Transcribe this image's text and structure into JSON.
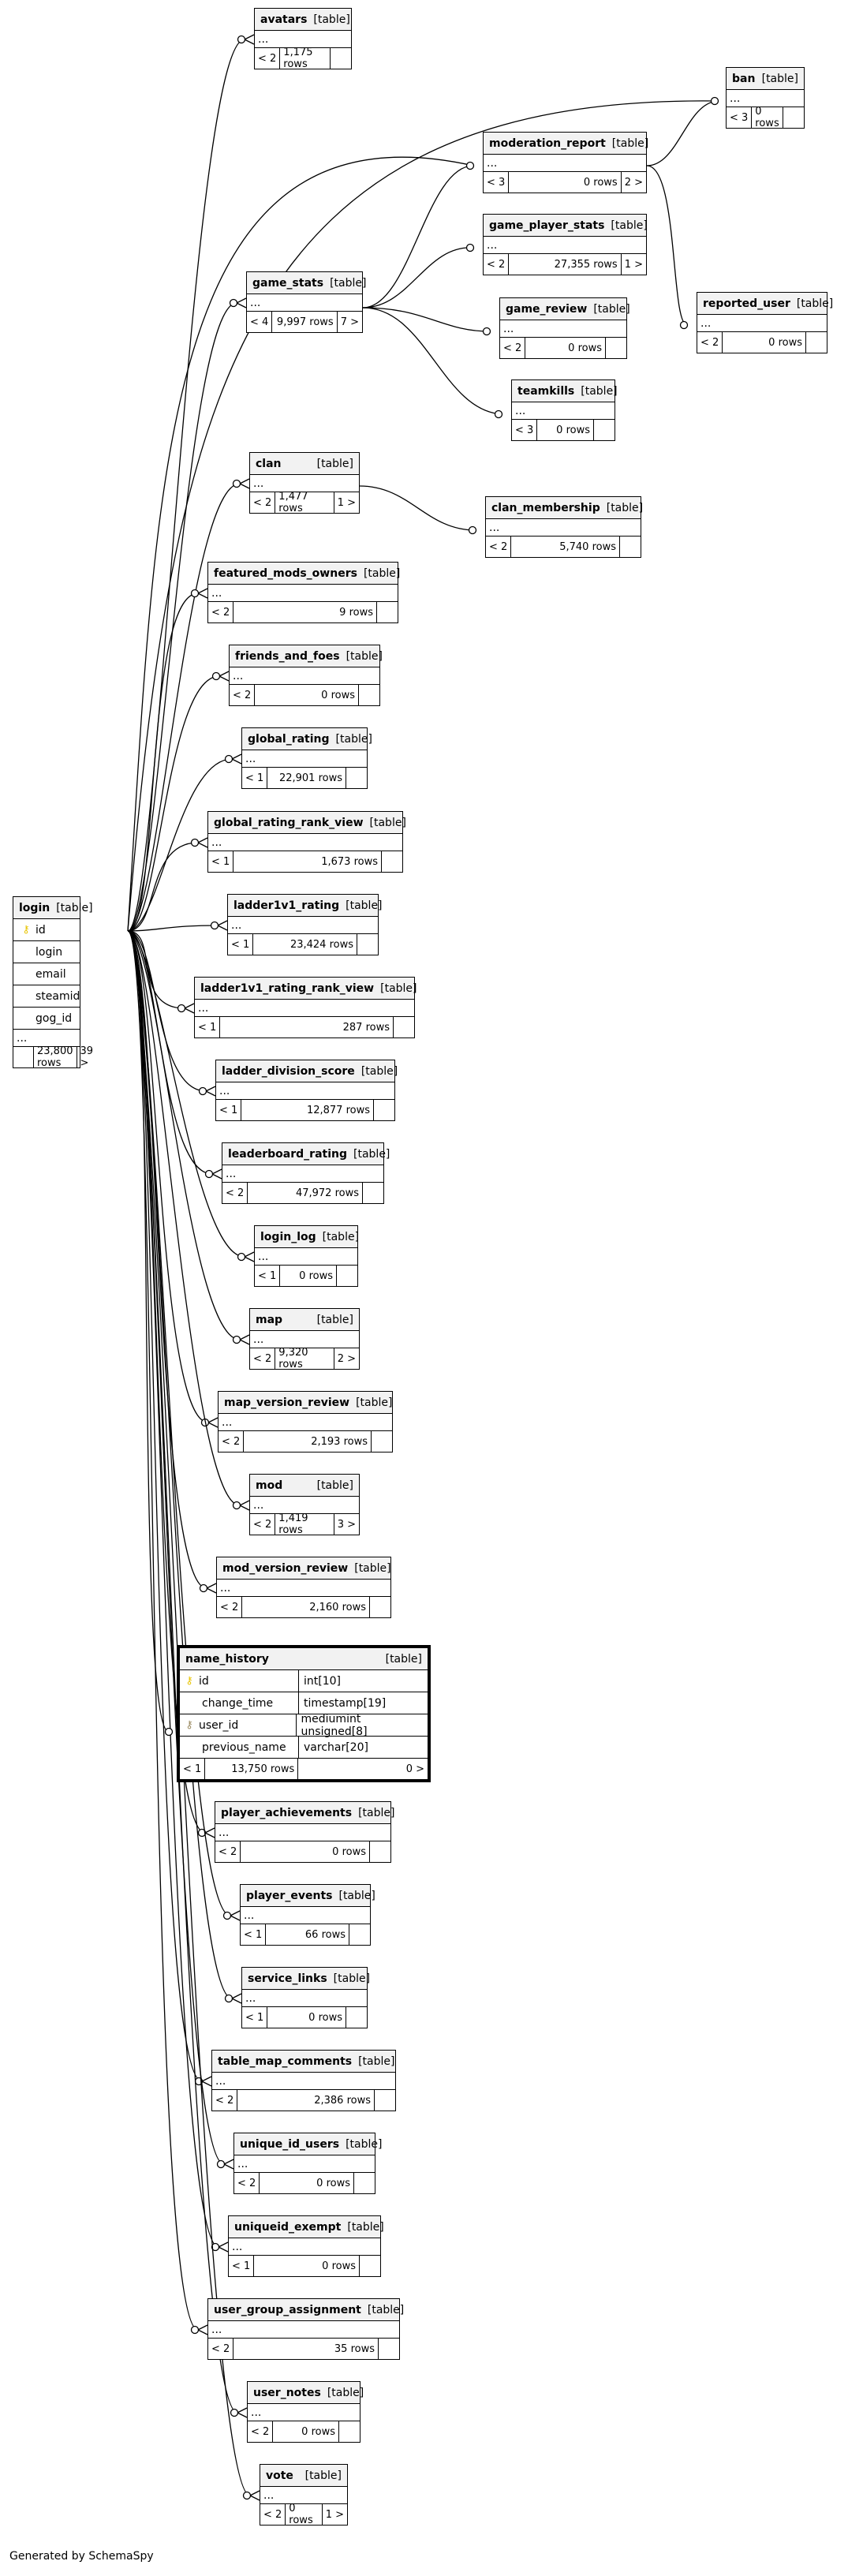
{
  "footer": "Generated by SchemaSpy",
  "type_label": "[table]",
  "login": {
    "name": "login",
    "columns": [
      "id",
      "login",
      "email",
      "steamid",
      "gog_id"
    ],
    "ellipsis": "...",
    "rows": "23,800 rows",
    "children": "39 >"
  },
  "name_history": {
    "name": "name_history",
    "columns": [
      {
        "name": "id",
        "type": "int[10]"
      },
      {
        "name": "change_time",
        "type": "timestamp[19]"
      },
      {
        "name": "user_id",
        "type": "mediumint unsigned[8]"
      },
      {
        "name": "previous_name",
        "type": "varchar[20]"
      }
    ],
    "parents": "< 1",
    "rows": "13,750 rows",
    "children": "0 >"
  },
  "tables": [
    {
      "name": "avatars",
      "parents": "< 2",
      "rows": "1,175 rows",
      "children": ""
    },
    {
      "name": "ban",
      "parents": "< 3",
      "rows": "0 rows",
      "children": ""
    },
    {
      "name": "moderation_report",
      "parents": "< 3",
      "rows": "0 rows",
      "children": "2 >"
    },
    {
      "name": "game_player_stats",
      "parents": "< 2",
      "rows": "27,355 rows",
      "children": "1 >"
    },
    {
      "name": "game_stats",
      "parents": "< 4",
      "rows": "9,997 rows",
      "children": "7 >"
    },
    {
      "name": "reported_user",
      "parents": "< 2",
      "rows": "0 rows",
      "children": ""
    },
    {
      "name": "game_review",
      "parents": "< 2",
      "rows": "0 rows",
      "children": ""
    },
    {
      "name": "teamkills",
      "parents": "< 3",
      "rows": "0 rows",
      "children": ""
    },
    {
      "name": "clan",
      "parents": "< 2",
      "rows": "1,477 rows",
      "children": "1 >"
    },
    {
      "name": "clan_membership",
      "parents": "< 2",
      "rows": "5,740 rows",
      "children": ""
    },
    {
      "name": "featured_mods_owners",
      "parents": "< 2",
      "rows": "9 rows",
      "children": ""
    },
    {
      "name": "friends_and_foes",
      "parents": "< 2",
      "rows": "0 rows",
      "children": ""
    },
    {
      "name": "global_rating",
      "parents": "< 1",
      "rows": "22,901 rows",
      "children": ""
    },
    {
      "name": "global_rating_rank_view",
      "parents": "< 1",
      "rows": "1,673 rows",
      "children": ""
    },
    {
      "name": "ladder1v1_rating",
      "parents": "< 1",
      "rows": "23,424 rows",
      "children": ""
    },
    {
      "name": "ladder1v1_rating_rank_view",
      "parents": "< 1",
      "rows": "287 rows",
      "children": ""
    },
    {
      "name": "ladder_division_score",
      "parents": "< 1",
      "rows": "12,877 rows",
      "children": ""
    },
    {
      "name": "leaderboard_rating",
      "parents": "< 2",
      "rows": "47,972 rows",
      "children": ""
    },
    {
      "name": "login_log",
      "parents": "< 1",
      "rows": "0 rows",
      "children": ""
    },
    {
      "name": "map",
      "parents": "< 2",
      "rows": "9,320 rows",
      "children": "2 >"
    },
    {
      "name": "map_version_review",
      "parents": "< 2",
      "rows": "2,193 rows",
      "children": ""
    },
    {
      "name": "mod",
      "parents": "< 2",
      "rows": "1,419 rows",
      "children": "3 >"
    },
    {
      "name": "mod_version_review",
      "parents": "< 2",
      "rows": "2,160 rows",
      "children": ""
    },
    {
      "name": "player_achievements",
      "parents": "< 2",
      "rows": "0 rows",
      "children": ""
    },
    {
      "name": "player_events",
      "parents": "< 1",
      "rows": "66 rows",
      "children": ""
    },
    {
      "name": "service_links",
      "parents": "< 1",
      "rows": "0 rows",
      "children": ""
    },
    {
      "name": "table_map_comments",
      "parents": "< 2",
      "rows": "2,386 rows",
      "children": ""
    },
    {
      "name": "unique_id_users",
      "parents": "< 2",
      "rows": "0 rows",
      "children": ""
    },
    {
      "name": "uniqueid_exempt",
      "parents": "< 1",
      "rows": "0 rows",
      "children": ""
    },
    {
      "name": "user_group_assignment",
      "parents": "< 2",
      "rows": "35 rows",
      "children": ""
    },
    {
      "name": "user_notes",
      "parents": "< 2",
      "rows": "0 rows",
      "children": ""
    },
    {
      "name": "vote",
      "parents": "< 2",
      "rows": "0 rows",
      "children": "1 >"
    }
  ],
  "ellipsis": "..."
}
